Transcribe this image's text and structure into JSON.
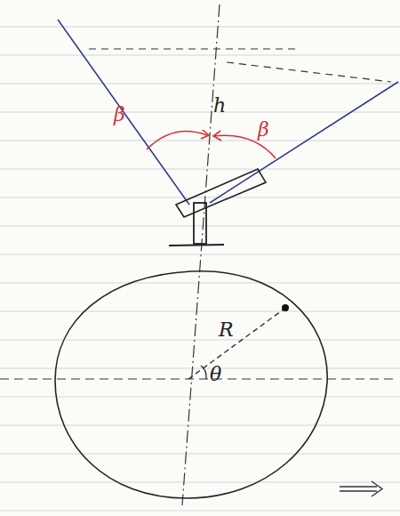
{
  "diagram": {
    "labels": [
      "β",
      "h",
      "β",
      "R",
      "θ"
    ]
  }
}
